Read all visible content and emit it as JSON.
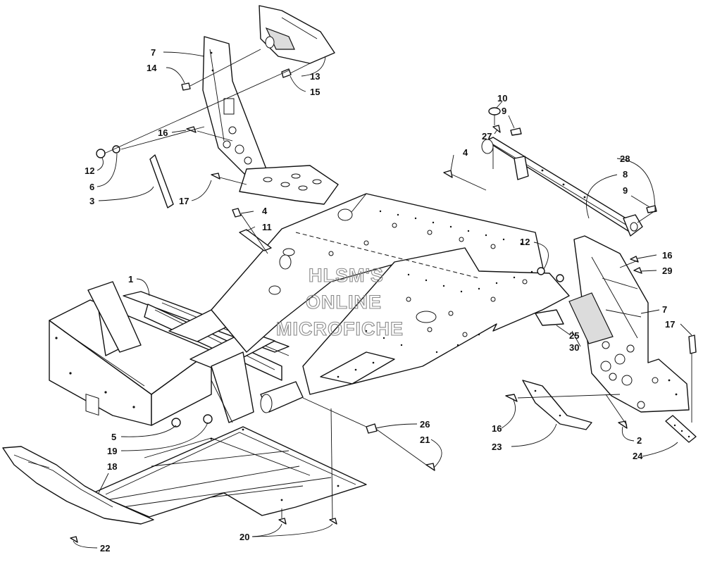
{
  "watermark": {
    "line1": "HLSM'S",
    "line2": "ONLINE",
    "line3": "MICROFICHE"
  },
  "callouts": [
    {
      "id": "c7a",
      "text": "7"
    },
    {
      "id": "c14",
      "text": "14"
    },
    {
      "id": "c13",
      "text": "13"
    },
    {
      "id": "c15",
      "text": "15"
    },
    {
      "id": "c16a",
      "text": "16"
    },
    {
      "id": "c12a",
      "text": "12"
    },
    {
      "id": "c6",
      "text": "6"
    },
    {
      "id": "c3",
      "text": "3"
    },
    {
      "id": "c17a",
      "text": "17"
    },
    {
      "id": "c4a",
      "text": "4"
    },
    {
      "id": "c11",
      "text": "11"
    },
    {
      "id": "c1",
      "text": "1"
    },
    {
      "id": "c10",
      "text": "10"
    },
    {
      "id": "c9a",
      "text": "9"
    },
    {
      "id": "c27",
      "text": "27"
    },
    {
      "id": "c4b",
      "text": "4"
    },
    {
      "id": "c28",
      "text": "28"
    },
    {
      "id": "c8",
      "text": "8"
    },
    {
      "id": "c9b",
      "text": "9"
    },
    {
      "id": "c12b",
      "text": "12"
    },
    {
      "id": "c16b",
      "text": "16"
    },
    {
      "id": "c29",
      "text": "29"
    },
    {
      "id": "c7b",
      "text": "7"
    },
    {
      "id": "c17b",
      "text": "17"
    },
    {
      "id": "c25",
      "text": "25"
    },
    {
      "id": "c30",
      "text": "30"
    },
    {
      "id": "c5",
      "text": "5"
    },
    {
      "id": "c19",
      "text": "19"
    },
    {
      "id": "c18",
      "text": "18"
    },
    {
      "id": "c26",
      "text": "26"
    },
    {
      "id": "c21",
      "text": "21"
    },
    {
      "id": "c16c",
      "text": "16"
    },
    {
      "id": "c23",
      "text": "23"
    },
    {
      "id": "c2",
      "text": "2"
    },
    {
      "id": "c24",
      "text": "24"
    },
    {
      "id": "c20",
      "text": "20"
    },
    {
      "id": "c22",
      "text": "22"
    }
  ]
}
